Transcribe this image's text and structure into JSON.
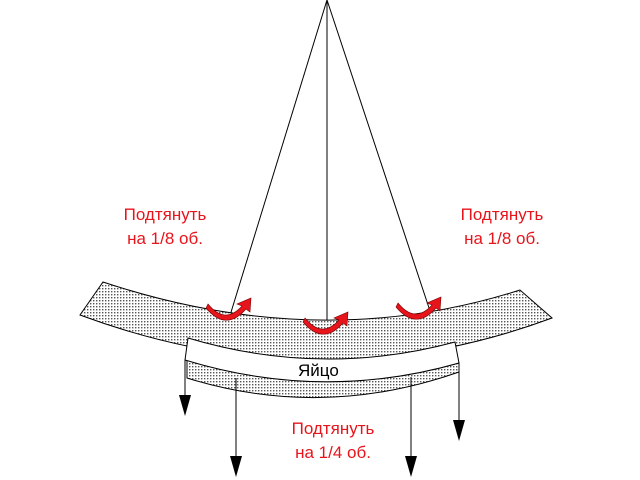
{
  "labels": {
    "left": [
      "Подтянуть",
      "на 1/8 об."
    ],
    "right": [
      "Подтянуть",
      "на 1/8 об."
    ],
    "bottom": [
      "Подтянуть",
      "на 1/4 об."
    ],
    "egg": "Яйцо"
  },
  "colors": {
    "accent": "#e8141b",
    "line": "#000000"
  }
}
